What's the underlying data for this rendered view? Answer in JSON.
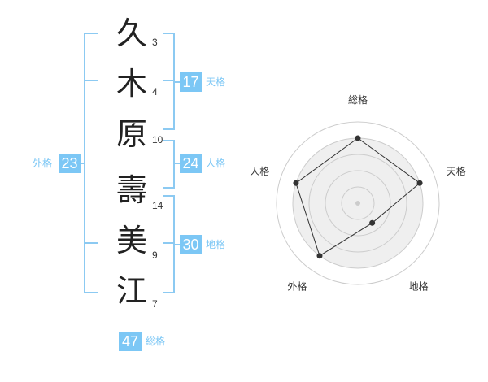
{
  "characters": [
    {
      "char": "久",
      "strokes": "3"
    },
    {
      "char": "木",
      "strokes": "4"
    },
    {
      "char": "原",
      "strokes": "10"
    },
    {
      "char": "壽",
      "strokes": "14"
    },
    {
      "char": "美",
      "strokes": "9"
    },
    {
      "char": "江",
      "strokes": "7"
    }
  ],
  "scores": {
    "tenkaku": {
      "value": "17",
      "label": "天格"
    },
    "jinkaku": {
      "value": "24",
      "label": "人格"
    },
    "chikaku": {
      "value": "30",
      "label": "地格"
    },
    "gaikaku": {
      "value": "23",
      "label": "外格"
    },
    "soukaku": {
      "value": "47",
      "label": "総格"
    }
  },
  "chart_data": {
    "type": "radar",
    "categories": [
      "総格",
      "天格",
      "地格",
      "外格",
      "人格"
    ],
    "values": [
      4,
      4,
      1.5,
      4,
      4
    ],
    "rmax": 5,
    "rings": 4,
    "colors": {
      "fill": "#efefef",
      "ring": "#cccccc",
      "line": "#333333",
      "point": "#333333",
      "center": "#cccccc"
    }
  }
}
